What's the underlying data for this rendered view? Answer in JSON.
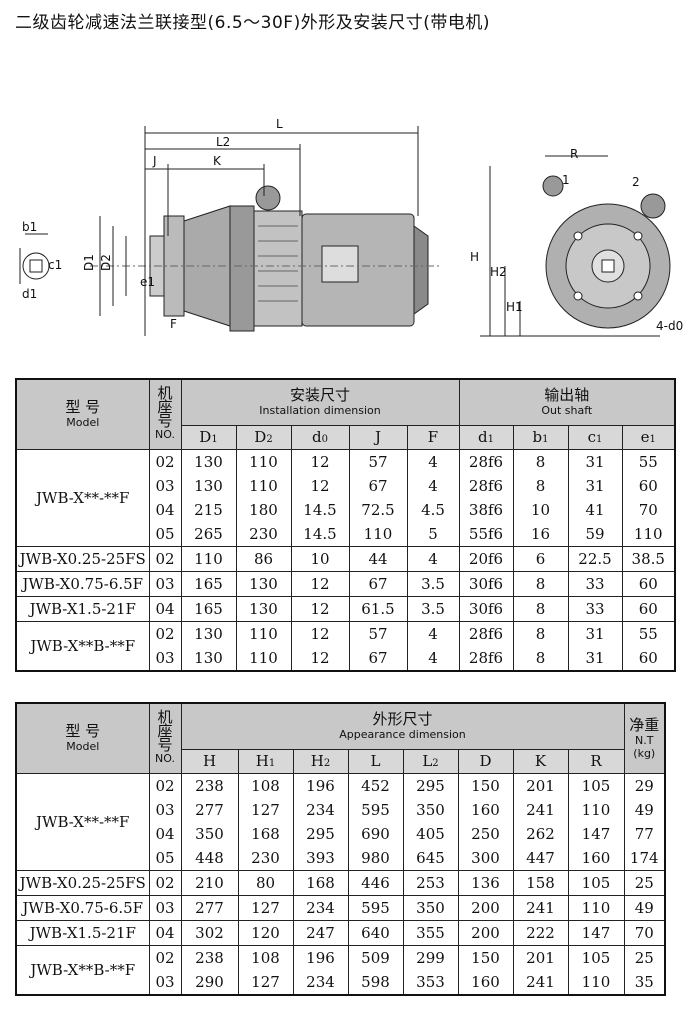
{
  "title": "二级齿轮减速法兰联接型(6.5～30F)外形及安装尺寸(带电机)",
  "drawing": {
    "labels": [
      "L",
      "L2",
      "J",
      "K",
      "b1",
      "c1",
      "d1",
      "D1",
      "D2",
      "e1",
      "F",
      "R",
      "H",
      "H2",
      "H1",
      "1",
      "2",
      "4-d0"
    ]
  },
  "table1": {
    "model_cn": "型  号",
    "model_en": "Model",
    "base_no_chars": [
      "机",
      "座",
      "号"
    ],
    "base_no_en": "NO.",
    "install_cn": "安装尺寸",
    "install_en": "Installation dimension",
    "shaft_cn": "输出轴",
    "shaft_en": "Out shaft",
    "cols": [
      "D1",
      "D2",
      "d0",
      "J",
      "F",
      "d1",
      "b1",
      "c1",
      "e1"
    ],
    "groups": [
      {
        "model": "JWB-X**-**F",
        "rows": [
          [
            "02",
            "130",
            "110",
            "12",
            "57",
            "4",
            "28f6",
            "8",
            "31",
            "55"
          ],
          [
            "03",
            "130",
            "110",
            "12",
            "67",
            "4",
            "28f6",
            "8",
            "31",
            "60"
          ],
          [
            "04",
            "215",
            "180",
            "14.5",
            "72.5",
            "4.5",
            "38f6",
            "10",
            "41",
            "70"
          ],
          [
            "05",
            "265",
            "230",
            "14.5",
            "110",
            "5",
            "55f6",
            "16",
            "59",
            "110"
          ]
        ]
      },
      {
        "model": "JWB-X0.25-25FS",
        "rows": [
          [
            "02",
            "110",
            "86",
            "10",
            "44",
            "4",
            "20f6",
            "6",
            "22.5",
            "38.5"
          ]
        ]
      },
      {
        "model": "JWB-X0.75-6.5F",
        "rows": [
          [
            "03",
            "165",
            "130",
            "12",
            "67",
            "3.5",
            "30f6",
            "8",
            "33",
            "60"
          ]
        ]
      },
      {
        "model": "JWB-X1.5-21F",
        "rows": [
          [
            "04",
            "165",
            "130",
            "12",
            "61.5",
            "3.5",
            "30f6",
            "8",
            "33",
            "60"
          ]
        ]
      },
      {
        "model": "JWB-X**B-**F",
        "rows": [
          [
            "02",
            "130",
            "110",
            "12",
            "57",
            "4",
            "28f6",
            "8",
            "31",
            "55"
          ],
          [
            "03",
            "130",
            "110",
            "12",
            "67",
            "4",
            "28f6",
            "8",
            "31",
            "60"
          ]
        ]
      }
    ]
  },
  "table2": {
    "model_cn": "型  号",
    "model_en": "Model",
    "base_no_chars": [
      "机",
      "座",
      "号"
    ],
    "base_no_en": "NO.",
    "appear_cn": "外形尺寸",
    "appear_en": "Appearance dimension",
    "weight_cn": "净重",
    "weight_en1": "N.T",
    "weight_en2": "(kg)",
    "cols": [
      "H",
      "H1",
      "H2",
      "L",
      "L2",
      "D",
      "K",
      "R"
    ],
    "groups": [
      {
        "model": "JWB-X**-**F",
        "rows": [
          [
            "02",
            "238",
            "108",
            "196",
            "452",
            "295",
            "150",
            "201",
            "105",
            "29"
          ],
          [
            "03",
            "277",
            "127",
            "234",
            "595",
            "350",
            "160",
            "241",
            "110",
            "49"
          ],
          [
            "04",
            "350",
            "168",
            "295",
            "690",
            "405",
            "250",
            "262",
            "147",
            "77"
          ],
          [
            "05",
            "448",
            "230",
            "393",
            "980",
            "645",
            "300",
            "447",
            "160",
            "174"
          ]
        ]
      },
      {
        "model": "JWB-X0.25-25FS",
        "rows": [
          [
            "02",
            "210",
            "80",
            "168",
            "446",
            "253",
            "136",
            "158",
            "105",
            "25"
          ]
        ]
      },
      {
        "model": "JWB-X0.75-6.5F",
        "rows": [
          [
            "03",
            "277",
            "127",
            "234",
            "595",
            "350",
            "200",
            "241",
            "110",
            "49"
          ]
        ]
      },
      {
        "model": "JWB-X1.5-21F",
        "rows": [
          [
            "04",
            "302",
            "120",
            "247",
            "640",
            "355",
            "200",
            "222",
            "147",
            "70"
          ]
        ]
      },
      {
        "model": "JWB-X**B-**F",
        "rows": [
          [
            "02",
            "238",
            "108",
            "196",
            "509",
            "299",
            "150",
            "201",
            "105",
            "25"
          ],
          [
            "03",
            "290",
            "127",
            "234",
            "598",
            "353",
            "160",
            "241",
            "110",
            "35"
          ]
        ]
      }
    ]
  }
}
